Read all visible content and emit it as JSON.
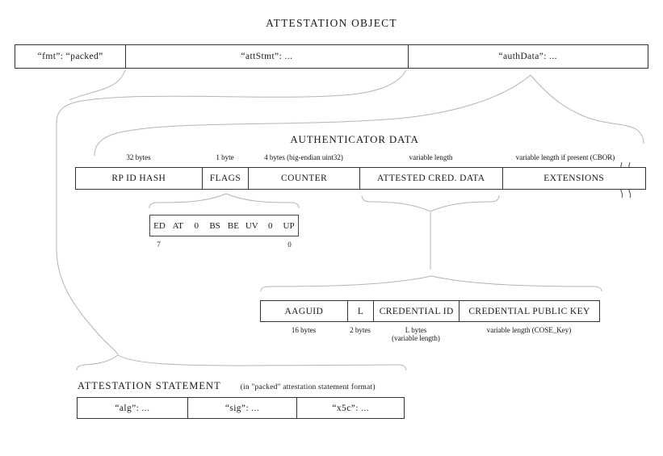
{
  "diagram": {
    "title": "ATTESTATION OBJECT",
    "attestation_object": {
      "cells": [
        {
          "label": "“fmt”: “packed”"
        },
        {
          "label": "“attStmt”: ..."
        },
        {
          "label": "“authData”: ..."
        }
      ]
    },
    "authenticator_data": {
      "heading": "AUTHENTICATOR DATA",
      "fields": [
        {
          "label": "RP ID HASH",
          "size": "32 bytes"
        },
        {
          "label": "FLAGS",
          "size": "1 byte"
        },
        {
          "label": "COUNTER",
          "size": "4 bytes (big-endian uint32)"
        },
        {
          "label": "ATTESTED CRED. DATA",
          "size": "variable length"
        },
        {
          "label": "EXTENSIONS",
          "size": "variable length if present (CBOR)"
        }
      ]
    },
    "flags_bits": {
      "bits": [
        "ED",
        "AT",
        "0",
        "BS",
        "BE",
        "UV",
        "0",
        "UP"
      ],
      "msb_index": "7",
      "lsb_index": "0"
    },
    "attested_cred_data": {
      "fields": [
        {
          "label": "AAGUID",
          "size": "16 bytes"
        },
        {
          "label": "L",
          "size": "2 bytes"
        },
        {
          "label": "CREDENTIAL ID",
          "size": "L bytes",
          "size2": "(variable length)"
        },
        {
          "label": "CREDENTIAL PUBLIC KEY",
          "size": "variable length (COSE_Key)"
        }
      ]
    },
    "attestation_statement": {
      "heading": "ATTESTATION STATEMENT",
      "subheading": "(in \"packed\" attestation statement format)",
      "cells": [
        {
          "label": "“alg”: ..."
        },
        {
          "label": "“sig”: ..."
        },
        {
          "label": "“x5c”: ..."
        }
      ]
    },
    "colors": {
      "background": "#ffffff",
      "box_border": "#333333",
      "connector_line": "#b4b4b4",
      "text": "#1a1a1a"
    }
  }
}
